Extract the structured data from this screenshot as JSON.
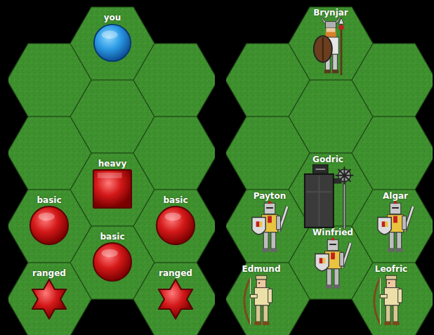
{
  "diagram": {
    "nodes": [
      {
        "text": [
          "you"
        ]
      },
      {
        "text": [
          "heavy"
        ]
      },
      {
        "text": [
          "basic"
        ]
      },
      {
        "text": [
          "basic"
        ]
      },
      {
        "text": [
          "basic"
        ]
      },
      {
        "text": [
          "ranged"
        ]
      },
      {
        "text": [
          "ranged"
        ]
      },
      {
        "text": [
          "Brynjar"
        ]
      },
      {
        "text": [
          "Godric"
        ]
      },
      {
        "text": [
          "Payton"
        ]
      },
      {
        "text": [
          "Algar"
        ]
      },
      {
        "text": [
          "Winfried"
        ]
      },
      {
        "text": [
          "Edmund"
        ]
      },
      {
        "text": [
          "Leofric"
        ]
      }
    ]
  }
}
